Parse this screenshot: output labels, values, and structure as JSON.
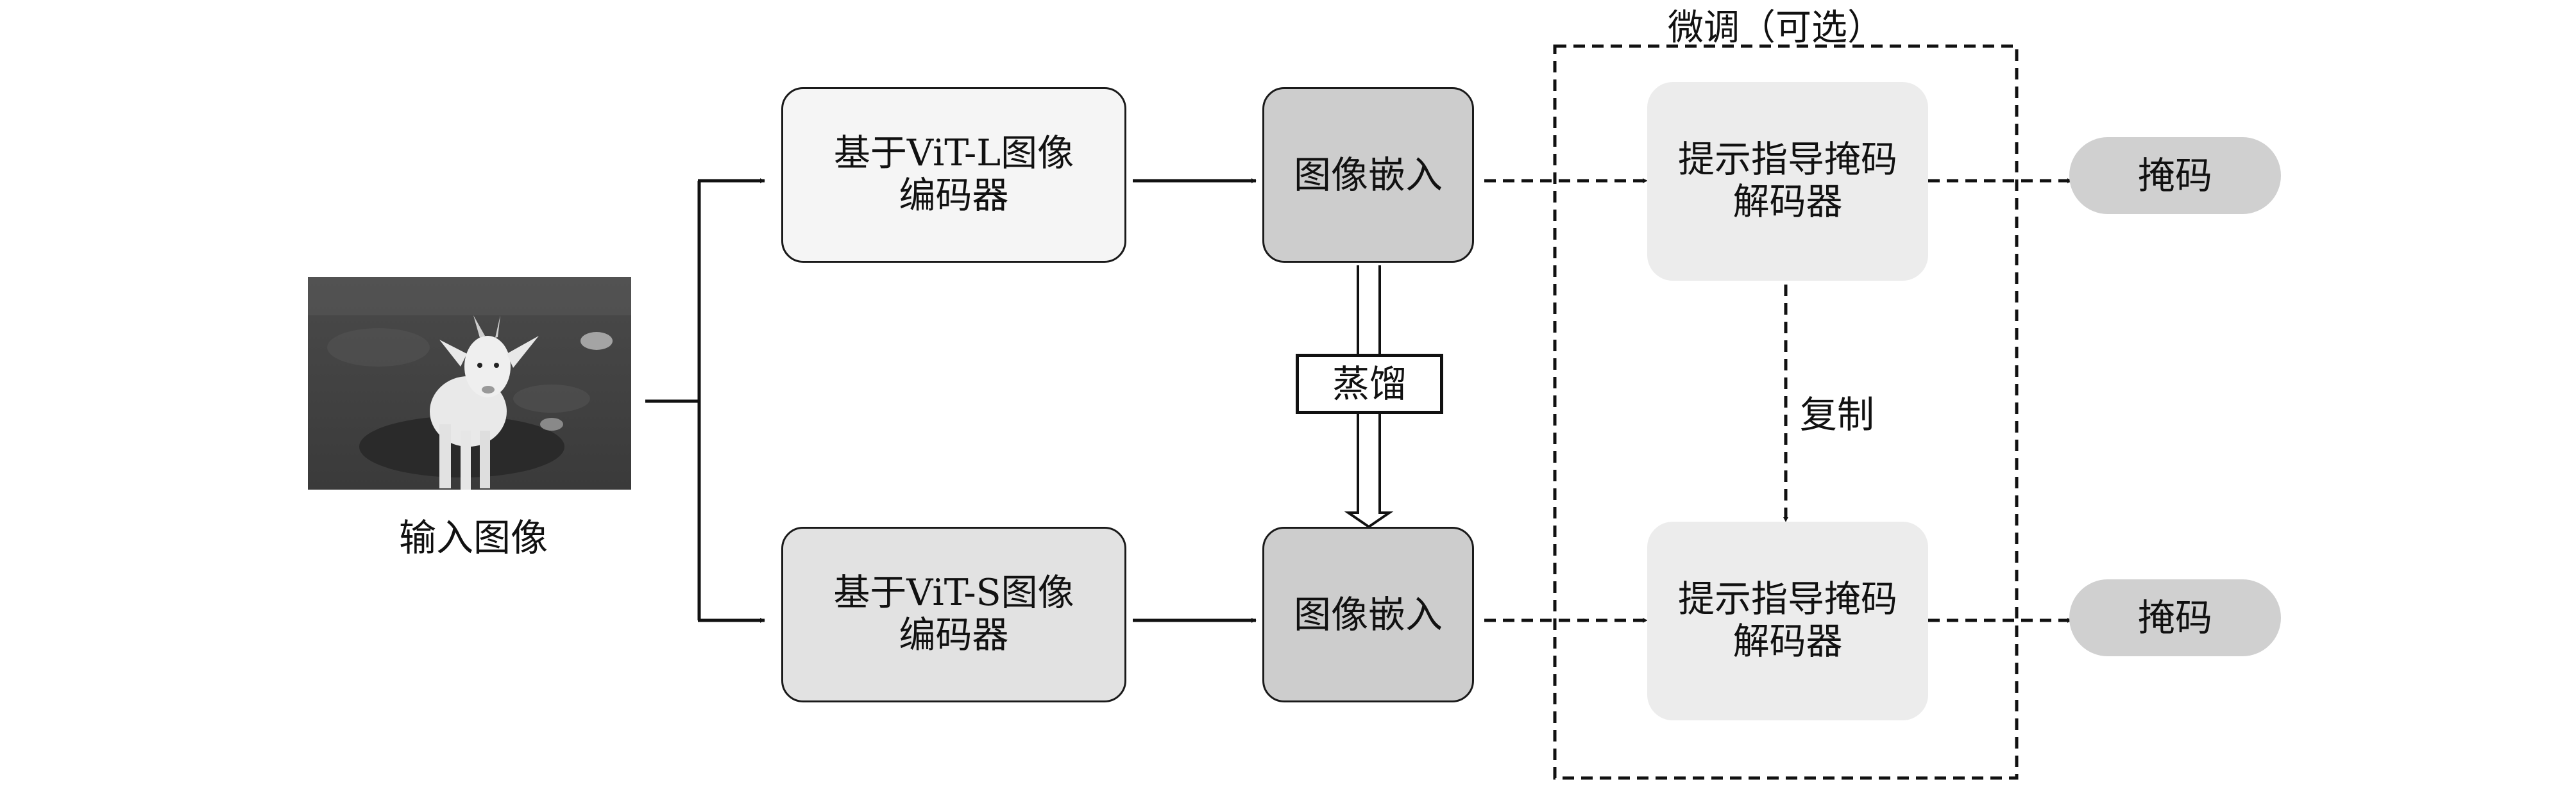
{
  "input_label": "输入图像",
  "encoders": {
    "top": [
      "基于ViT-L图像",
      "编码器"
    ],
    "bottom": [
      "基于ViT-S图像",
      "编码器"
    ]
  },
  "embedding_label": "图像嵌入",
  "distill_label": "蒸馏",
  "finetune_label": "微调（可选）",
  "decoder": [
    "提示指导掩码",
    "解码器"
  ],
  "copy_label": "复制",
  "mask_label": "掩码"
}
